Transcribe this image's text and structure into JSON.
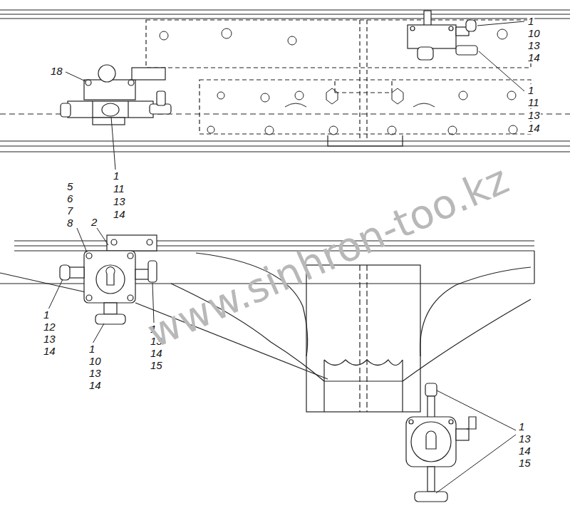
{
  "diagram": {
    "labels": [
      "1",
      "10",
      "13",
      "14",
      "18",
      "1",
      "11",
      "13",
      "14",
      "1",
      "11",
      "13",
      "14",
      "5",
      "6",
      "7",
      "8",
      "2",
      "1",
      "12",
      "13",
      "14",
      "1",
      "13",
      "14",
      "15",
      "1",
      "10",
      "13",
      "14",
      "1",
      "13",
      "14",
      "15",
      "www.sinhron-too.kz"
    ]
  }
}
